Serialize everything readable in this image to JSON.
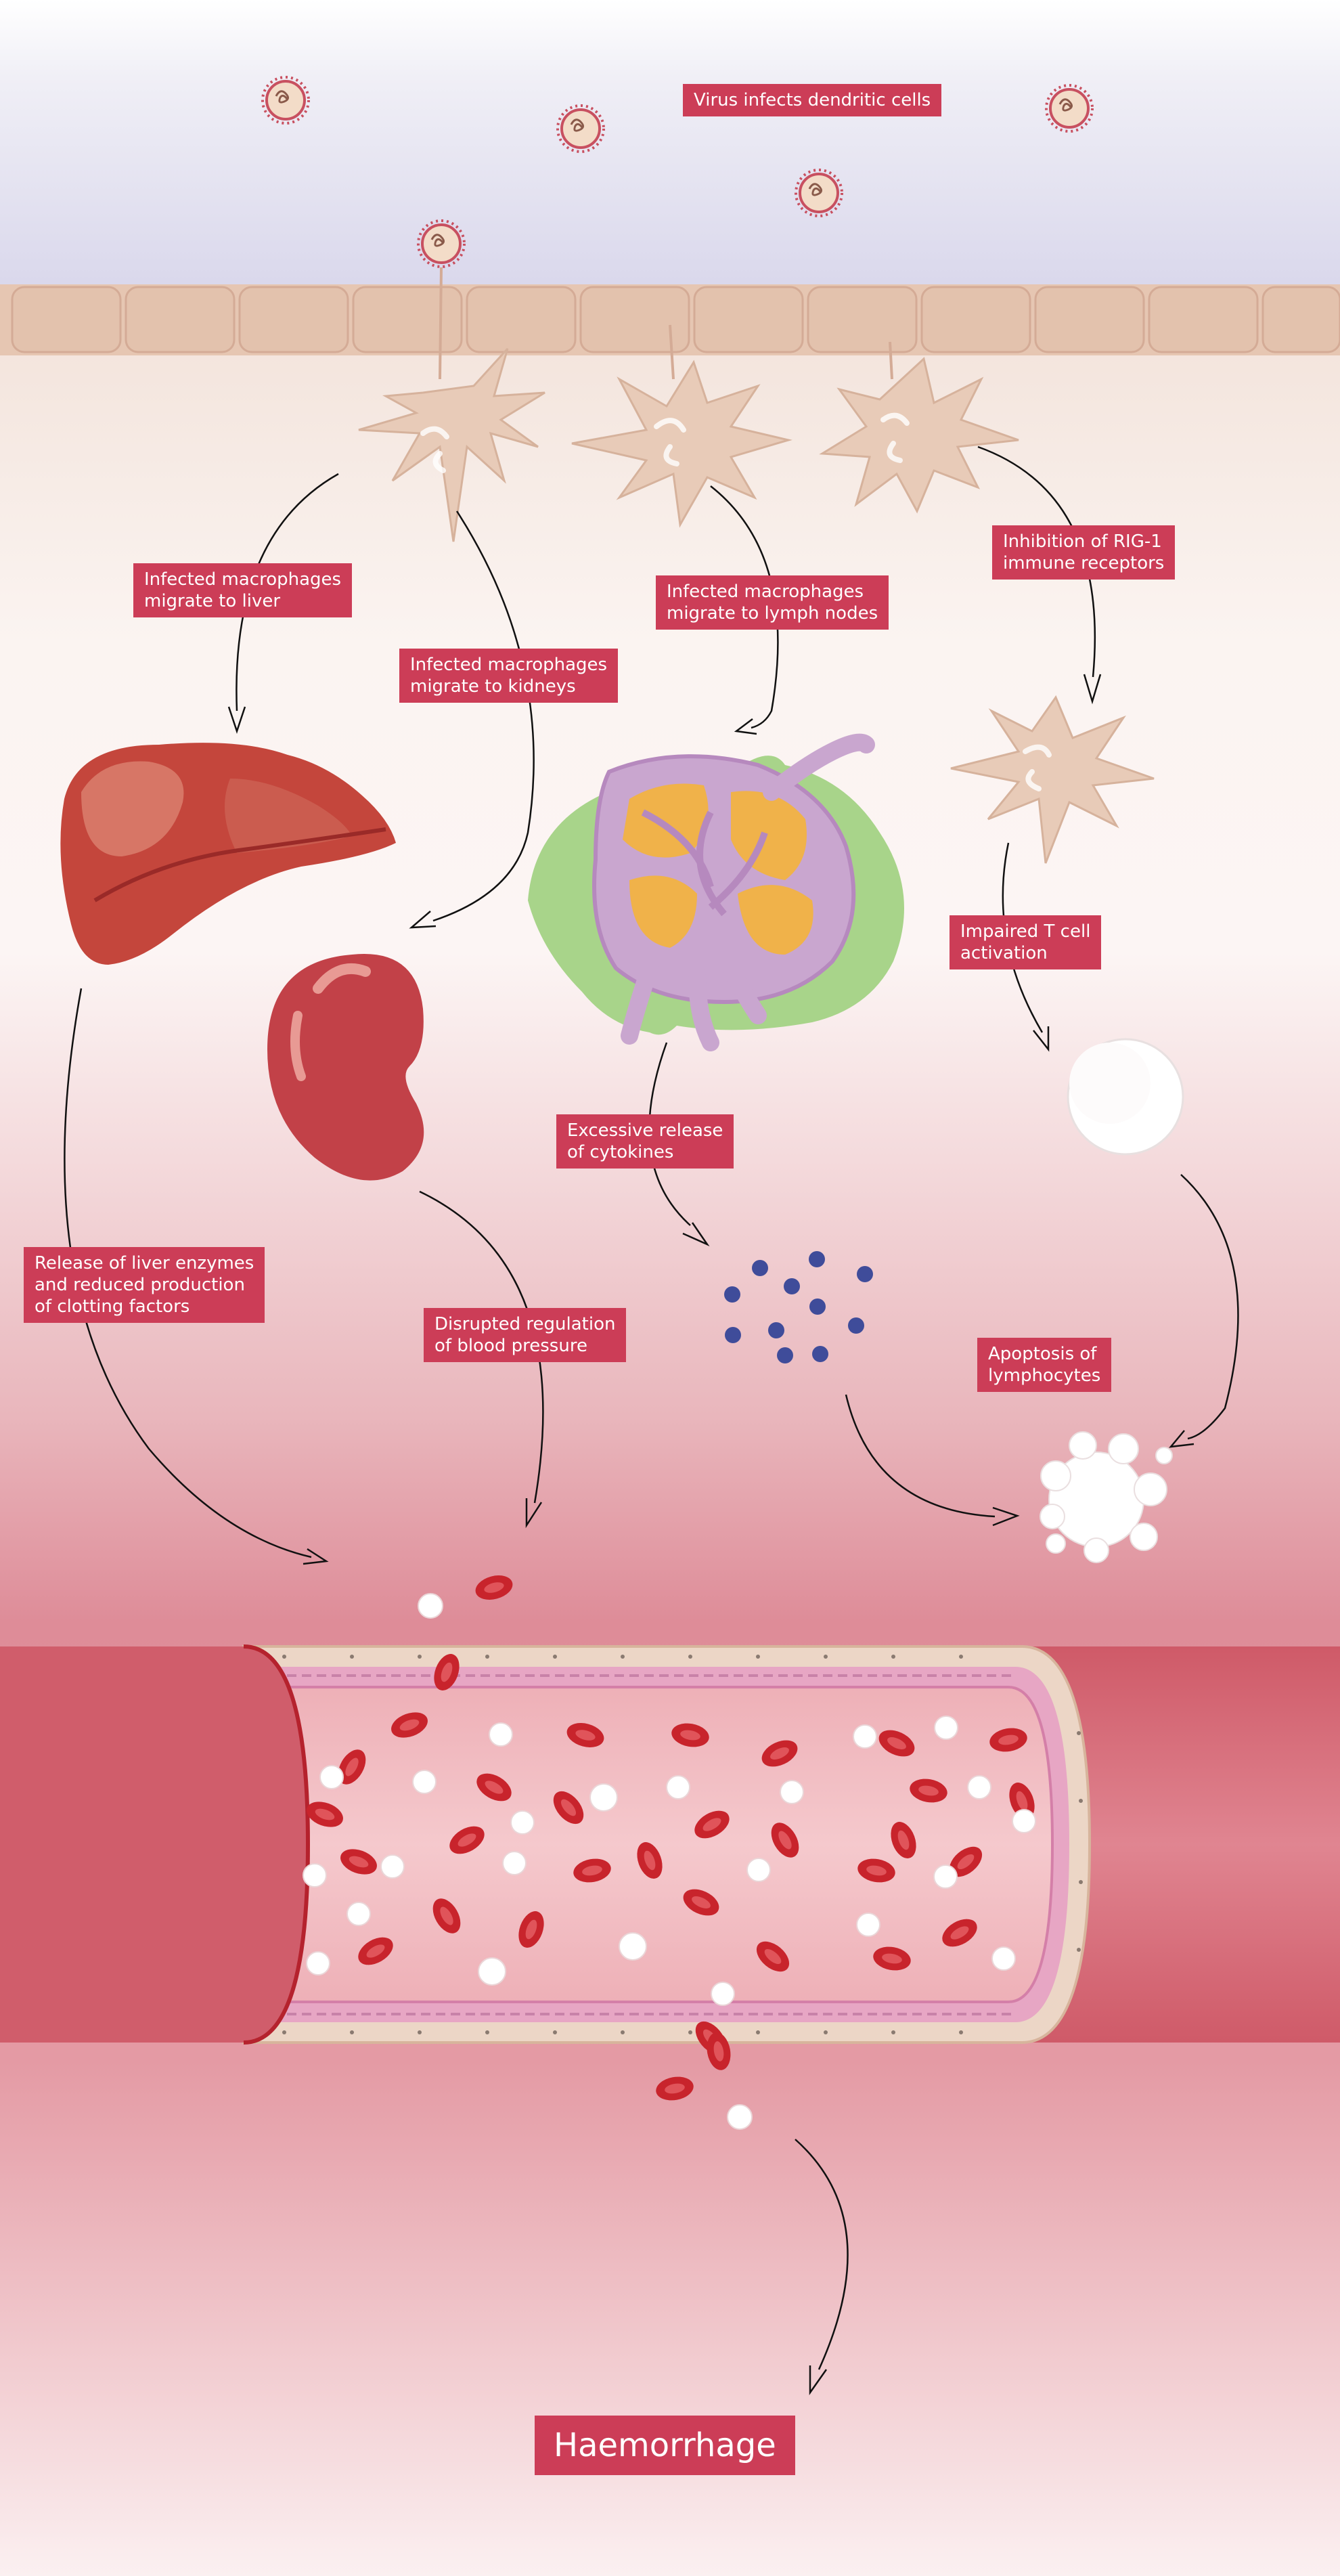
{
  "labels": {
    "virus_infects": "Virus infects dendritic cells",
    "liver_1": "Infected macrophages",
    "liver_2": "migrate to liver",
    "kidney_1": "Infected macrophages",
    "kidney_2": "migrate to kidneys",
    "lymph_1": "Infected macrophages",
    "lymph_2": "migrate to lymph nodes",
    "rig_1": "Inhibition of RIG-1",
    "rig_2": "immune receptors",
    "tcell_1": "Impaired T cell",
    "tcell_2": "activation",
    "cytokine_1": "Excessive release",
    "cytokine_2": "of cytokines",
    "liverenz_1": "Release of liver enzymes",
    "liverenz_2": "and reduced production",
    "liverenz_3": "of clotting factors",
    "bp_1": "Disrupted regulation",
    "bp_2": "of blood pressure",
    "apop_1": "Apoptosis of",
    "apop_2": "lymphocytes",
    "outcome": "Haemorrhage"
  },
  "colors": {
    "label_bg": "#cc3d57",
    "label_text": "#ffffff",
    "skin": "#e6c6b2",
    "cell": "#e8cbb8",
    "liver": "#c4463c",
    "kidney": "#c24148",
    "lymph_green": "#a8d48a",
    "lymph_purple": "#c9a6cf",
    "lymph_yellow": "#f0b24a",
    "cytokine": "#3f4c9a",
    "rbc": "#c8242c",
    "vessel": "#d96a79"
  }
}
